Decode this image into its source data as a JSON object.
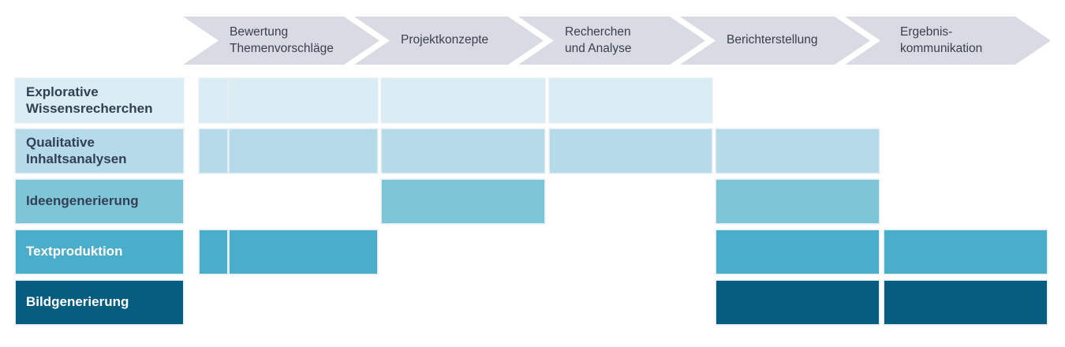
{
  "colors": {
    "background": "#ffffff",
    "arrow-fill": "#dadae5",
    "arrow-text": "#39404f",
    "label-dark": "#343f54",
    "label-light": "#ffffff"
  },
  "phases": [
    {
      "id": "p1",
      "label": "Bewertung\nThemenvorschläge"
    },
    {
      "id": "p2",
      "label": "Projektkonzepte"
    },
    {
      "id": "p3",
      "label": "Recherchen\nund Analyse"
    },
    {
      "id": "p4",
      "label": "Berichterstellung"
    },
    {
      "id": "p5",
      "label": "Ergebnis-\nkommunikation"
    }
  ],
  "segment_legend": {
    "p1a": "Bewertung Themenvorschläge (intro sliver)",
    "p1b": "Bewertung Themenvorschläge (main)",
    "p2": "Projektkonzepte",
    "p3": "Recherchen und Analyse",
    "p4": "Berichterstellung",
    "p5": "Ergebniskommunikation"
  },
  "activities": [
    {
      "id": "explorative-wissensrecherchen",
      "label": "Explorative Wissensrecherchen",
      "color": "#daecf4",
      "text": "dark",
      "cells": [
        "p1a",
        "p1b",
        "p2",
        "p3"
      ]
    },
    {
      "id": "qualitative-inhaltsanalysen",
      "label": "Qualitative Inhaltsanalysen",
      "color": "#b5dbe9",
      "text": "dark",
      "cells": [
        "p1a",
        "p1b",
        "p2",
        "p3",
        "p4"
      ]
    },
    {
      "id": "ideengenerierung",
      "label": "Ideengenerierung",
      "color": "#7ec5d8",
      "text": "dark",
      "cells": [
        "p2",
        "p4"
      ]
    },
    {
      "id": "textproduktion",
      "label": "Textproduktion",
      "color": "#4aadc9",
      "text": "light",
      "cells": [
        "p1a",
        "p1b",
        "p4",
        "p5"
      ]
    },
    {
      "id": "bildgenerierung",
      "label": "Bildgenerierung",
      "color": "#075d7f",
      "text": "light",
      "cells": [
        "p4",
        "p5"
      ]
    }
  ]
}
